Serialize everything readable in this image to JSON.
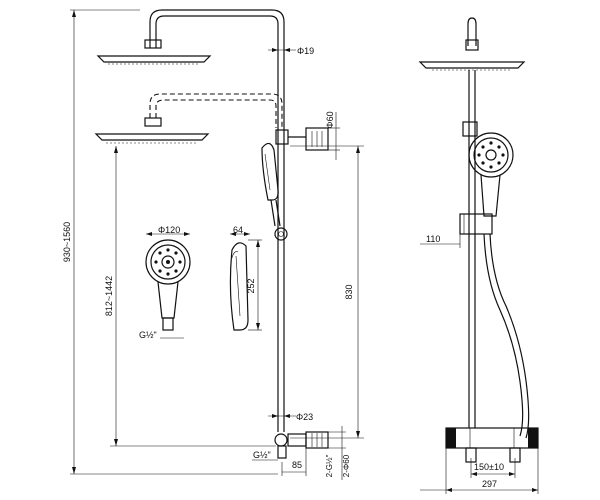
{
  "dimensions": {
    "total_height": "930~1560",
    "head_height": "812~1442",
    "pipe_diameter_top": "Φ19",
    "bracket_diameter": "Φ60",
    "handshower_diameter": "Φ120",
    "handshower_width": "64",
    "handshower_length": "252",
    "slide_bar_height": "830",
    "pipe_diameter_bottom": "Φ23",
    "hose_thread": "G½\"",
    "inlet_thread": "G½\"",
    "inlet_offset": "85",
    "inlet_diameter": "2-G½\"",
    "inlet_flange": "2-Φ60",
    "wall_offset": "110",
    "center_distance": "150±10",
    "total_width": "297"
  }
}
